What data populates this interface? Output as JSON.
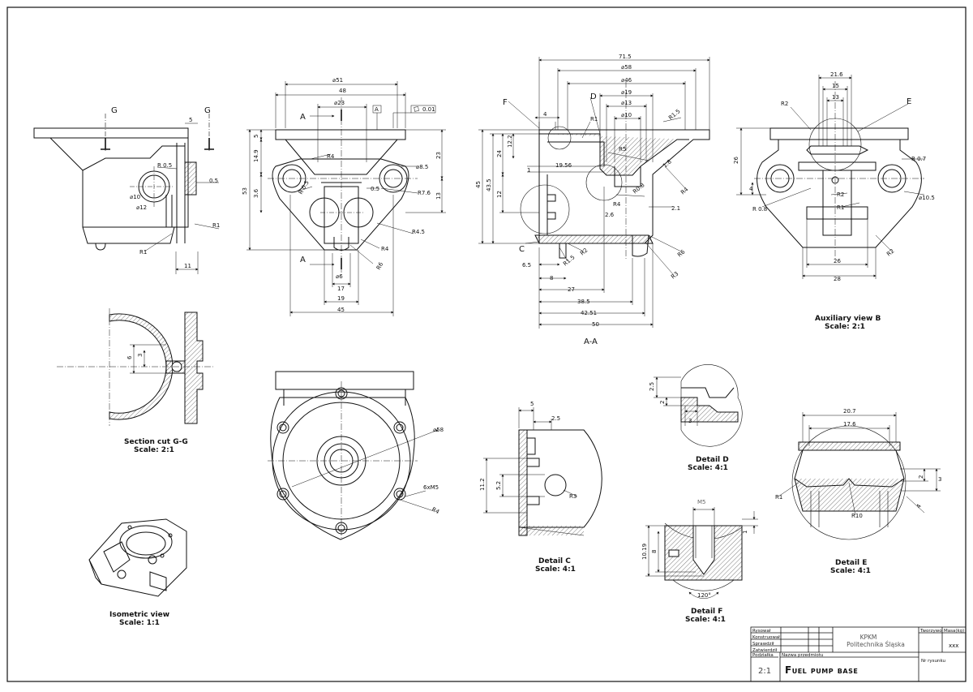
{
  "colors": {
    "line": "#111111",
    "hatch": "#444444",
    "paper": "#ffffff",
    "grey_text": "#555555"
  },
  "views": {
    "section_gg": {
      "title": "Section cut G-G",
      "scale": "Scale: 2:1"
    },
    "aux_b": {
      "title": "Auxiliary view B",
      "scale": "Scale: 2:1"
    },
    "detail_c": {
      "title": "Detail C",
      "scale": "Scale: 4:1"
    },
    "detail_d": {
      "title": "Detail D",
      "scale": "Scale: 4:1"
    },
    "detail_e": {
      "title": "Detail E",
      "scale": "Scale: 4:1"
    },
    "detail_f": {
      "title": "Detail F",
      "scale": "Scale: 4:1"
    },
    "isometric": {
      "title": "Isometric view",
      "scale": "Scale: 1:1"
    },
    "section_aa": {
      "title": "A-A"
    }
  },
  "labels": {
    "G": "G",
    "A": "A",
    "C": "C",
    "D": "D",
    "E": "E",
    "F": "F"
  },
  "dims": {
    "side": {
      "d5": "5",
      "r05": "R 0.5",
      "d05": "0.5",
      "phi10": "⌀10",
      "phi12": "⌀12",
      "r1a": "R1",
      "r1b": "R1",
      "d11": "11"
    },
    "front": {
      "phi51": "⌀51",
      "d48": "48",
      "phi23": "⌀23",
      "boxA": "A",
      "tol": "0.01",
      "d5": "5",
      "d149": "14.9",
      "d53": "53",
      "d36": "3.6",
      "r4a": "R4",
      "r05": "R 0.5",
      "phi85": "⌀8.5",
      "d05": "0.5",
      "r76": "R7.6",
      "d23": "23",
      "d13": "13",
      "r45": "R4.5",
      "r4b": "R4",
      "r6": "R6",
      "phi6": "⌀6",
      "d17": "17",
      "d19": "19",
      "d45": "45"
    },
    "aa": {
      "d715": "71.5",
      "phi58": "⌀58",
      "phi46": "⌀46",
      "phi19": "⌀19",
      "phi13": "⌀13",
      "phi10": "⌀10",
      "d4": "4",
      "r1": "R1",
      "r15a": "R1.5",
      "d122": "12.2",
      "d24": "24",
      "d435": "43.5",
      "d45": "45",
      "d12": "12",
      "d1": "1",
      "d1956": "19.56",
      "r5": "R5",
      "d18": "1.8",
      "r4a": "R4",
      "r08": "R0.8",
      "r4b": "R4",
      "d21": "2.1",
      "d26": "2.6",
      "r6": "R6",
      "r3": "R3",
      "r2": "R2",
      "r15b": "R1.5",
      "d65": "6.5",
      "d8": "8",
      "d27": "27",
      "d385": "38.5",
      "d4251": "42.51",
      "d50": "50"
    },
    "aux": {
      "d216": "21.6",
      "d15": "15",
      "d13": "13",
      "r2a": "R2",
      "d26v": "26",
      "r07": "R 0.7",
      "d4": "4",
      "r2b": "R2",
      "phi105": "⌀10.5",
      "r08": "R 0.8",
      "r1": "R1",
      "r2c": "R2",
      "d26": "26",
      "d28": "28"
    },
    "gg": {
      "d6": "6",
      "d3": "3"
    },
    "bottom": {
      "phi58": "⌀58",
      "thread": "6xM5",
      "r4": "R4"
    },
    "dc": {
      "d5": "5",
      "d25": "2.5",
      "d112": "11.2",
      "d52": "5.2",
      "r3": "R3"
    },
    "dd": {
      "d25": "2.5",
      "d2": "2",
      "d3": "3"
    },
    "de": {
      "d207": "20.7",
      "d176": "17.6",
      "d2": "2",
      "d3": "3",
      "r1": "R1",
      "r10": "R10",
      "d4": "4"
    },
    "df": {
      "m5": "M5",
      "d1": "1",
      "d1019": "10.19",
      "d8": "8",
      "ang": "120°"
    }
  },
  "title_block": {
    "rows": [
      "Rysował",
      "Konstruował",
      "Sprawdził",
      "Zatwierdził"
    ],
    "company_line1": "KPKM",
    "company_line2": "Politechnika Śląska",
    "material_hdr": "Tworzywo",
    "mass_hdr": "Masa(kg)",
    "mass_val": "xxx",
    "scale_hdr": "Podziałka",
    "scale_val": "2:1",
    "name_hdr": "Nazwa przedmiotu",
    "name_val": "Fuel pump base",
    "drawing_no_hdr": "Nr rysunku"
  }
}
